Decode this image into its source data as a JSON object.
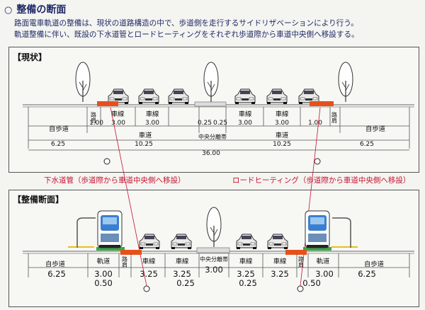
{
  "heading": {
    "marker": "○",
    "title": "整備の断面"
  },
  "description": {
    "line1": "路面電車軌道の整備は、現状の道路構造の中で、歩道側を走行するサイドリザベーションにより行う。",
    "line2": "軌道整備に伴い、既設の下水道管とロードヒーティングをそれぞれ歩道際から車道中央側へ移設する。"
  },
  "current": {
    "title": "【現状】",
    "zones": {
      "sidewalk_l": "自歩道",
      "shoulder_l": "路肩",
      "lane1": "車線",
      "lane2": "車線",
      "median": "中央分離帯",
      "lane3": "車線",
      "lane4": "車線",
      "shoulder_r": "路肩",
      "sidewalk_r": "自歩道"
    },
    "dims": {
      "sidewalk_l": "6.25",
      "shoulder_l": "1.00",
      "lane1": "3.00",
      "lane2": "3.00",
      "median_a": "0.25",
      "median_b": "0.25",
      "lane3": "3.00",
      "lane4": "3.00",
      "shoulder_r": "1.00",
      "sidewalk_r": "6.25"
    },
    "groups": {
      "road_l": "車道",
      "road_l_w": "10.25",
      "road_r": "車道",
      "road_r_w": "10.25",
      "total": "36.00"
    }
  },
  "callouts": {
    "sewer": "下水道管（歩道際から車道中央側へ移設）",
    "heating": "ロードヒーティング（歩道際から車道中央側へ移設）"
  },
  "planned": {
    "title": "【整備断面】",
    "zones": {
      "sidewalk_l": "自歩道",
      "track_l": "軌道",
      "shoulder_l": "路肩",
      "lane1": "車線",
      "lane2": "車線",
      "median": "中央分離帯",
      "lane3": "車線",
      "lane4": "車線",
      "shoulder_r": "路肩",
      "track_r": "軌道",
      "sidewalk_r": "自歩道"
    },
    "dims": {
      "sidewalk_l": "6.25",
      "track_l": "3.00",
      "shoulder_l": "0.50",
      "lane1": "3.25",
      "lane2": "3.25",
      "shoulder_lb": "0.25",
      "median": "3.00",
      "lane3": "3.25",
      "lane4": "3.25",
      "shoulder_rb": "0.25",
      "shoulder_r": "0.50",
      "track_r": "3.00",
      "sidewalk_r": "6.25"
    }
  },
  "colors": {
    "heading": "#1f2a66",
    "callout": "#c8102e",
    "pipe": "#e8501a",
    "tram": "#3a7fd0",
    "grass": "#3aa845"
  }
}
